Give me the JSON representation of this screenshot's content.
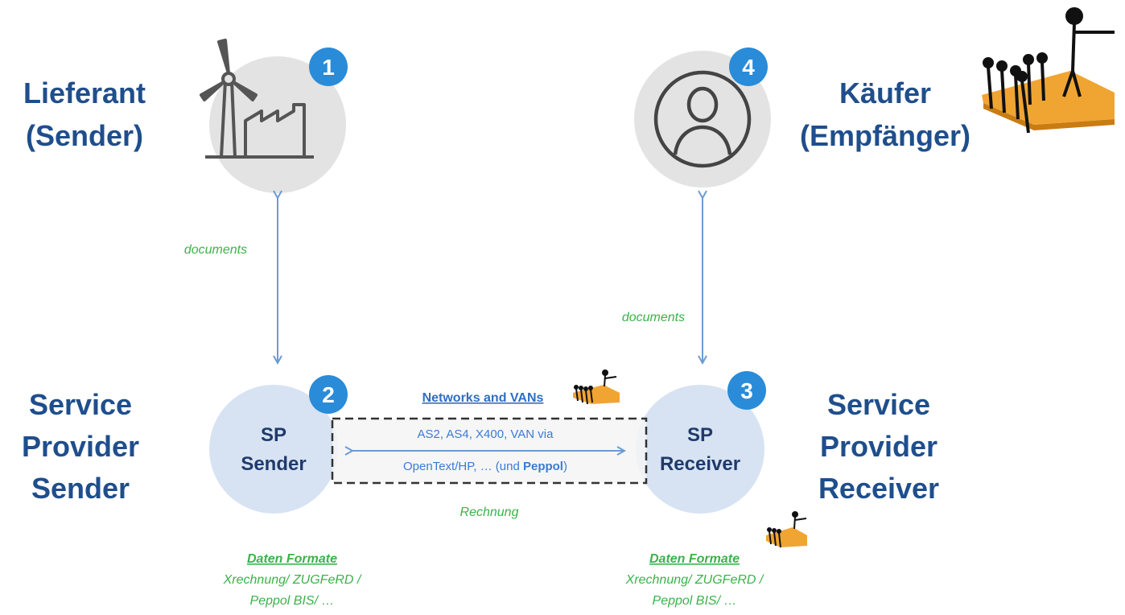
{
  "nodes": {
    "n1": {
      "number": "1",
      "title_line1": "Lieferant",
      "title_line2": "(Sender)",
      "icon": "wind-turbine-factory-icon"
    },
    "n4": {
      "number": "4",
      "title_line1": "Käufer",
      "title_line2": "(Empfänger)",
      "icon": "user-profile-icon"
    },
    "n2": {
      "number": "2",
      "inner_line1": "SP",
      "inner_line2": "Sender",
      "title_line1": "Service",
      "title_line2": "Provider",
      "title_line3": "Sender"
    },
    "n3": {
      "number": "3",
      "inner_line1": "SP",
      "inner_line2": "Receiver",
      "title_line1": "Service",
      "title_line2": "Provider",
      "title_line3": "Receiver"
    }
  },
  "edges": {
    "left_vertical": "documents",
    "right_vertical": "documents",
    "horizontal": "Rechnung"
  },
  "networks": {
    "heading": "Networks and VANs",
    "line1": "AS2, AS4, X400, VAN via",
    "line2_prefix": "OpenText/HP, … (und ",
    "line2_bold": "Peppol",
    "line2_suffix": ")"
  },
  "formats_left": {
    "heading": "Daten Formate",
    "line1": "Xrechnung/ ZUGFeRD /",
    "line2": "Peppol BIS/ …"
  },
  "formats_right": {
    "heading": "Daten Formate",
    "line1": "Xrechnung/ ZUGFeRD /",
    "line2": "Peppol BIS/ …"
  },
  "colors": {
    "node_gray": "#e3e3e3",
    "node_blue": "#d7e3f3",
    "badge": "#2a8bd8",
    "arrow": "#6b9bd6",
    "title": "#1f4e8c",
    "green": "#3bb24a"
  }
}
